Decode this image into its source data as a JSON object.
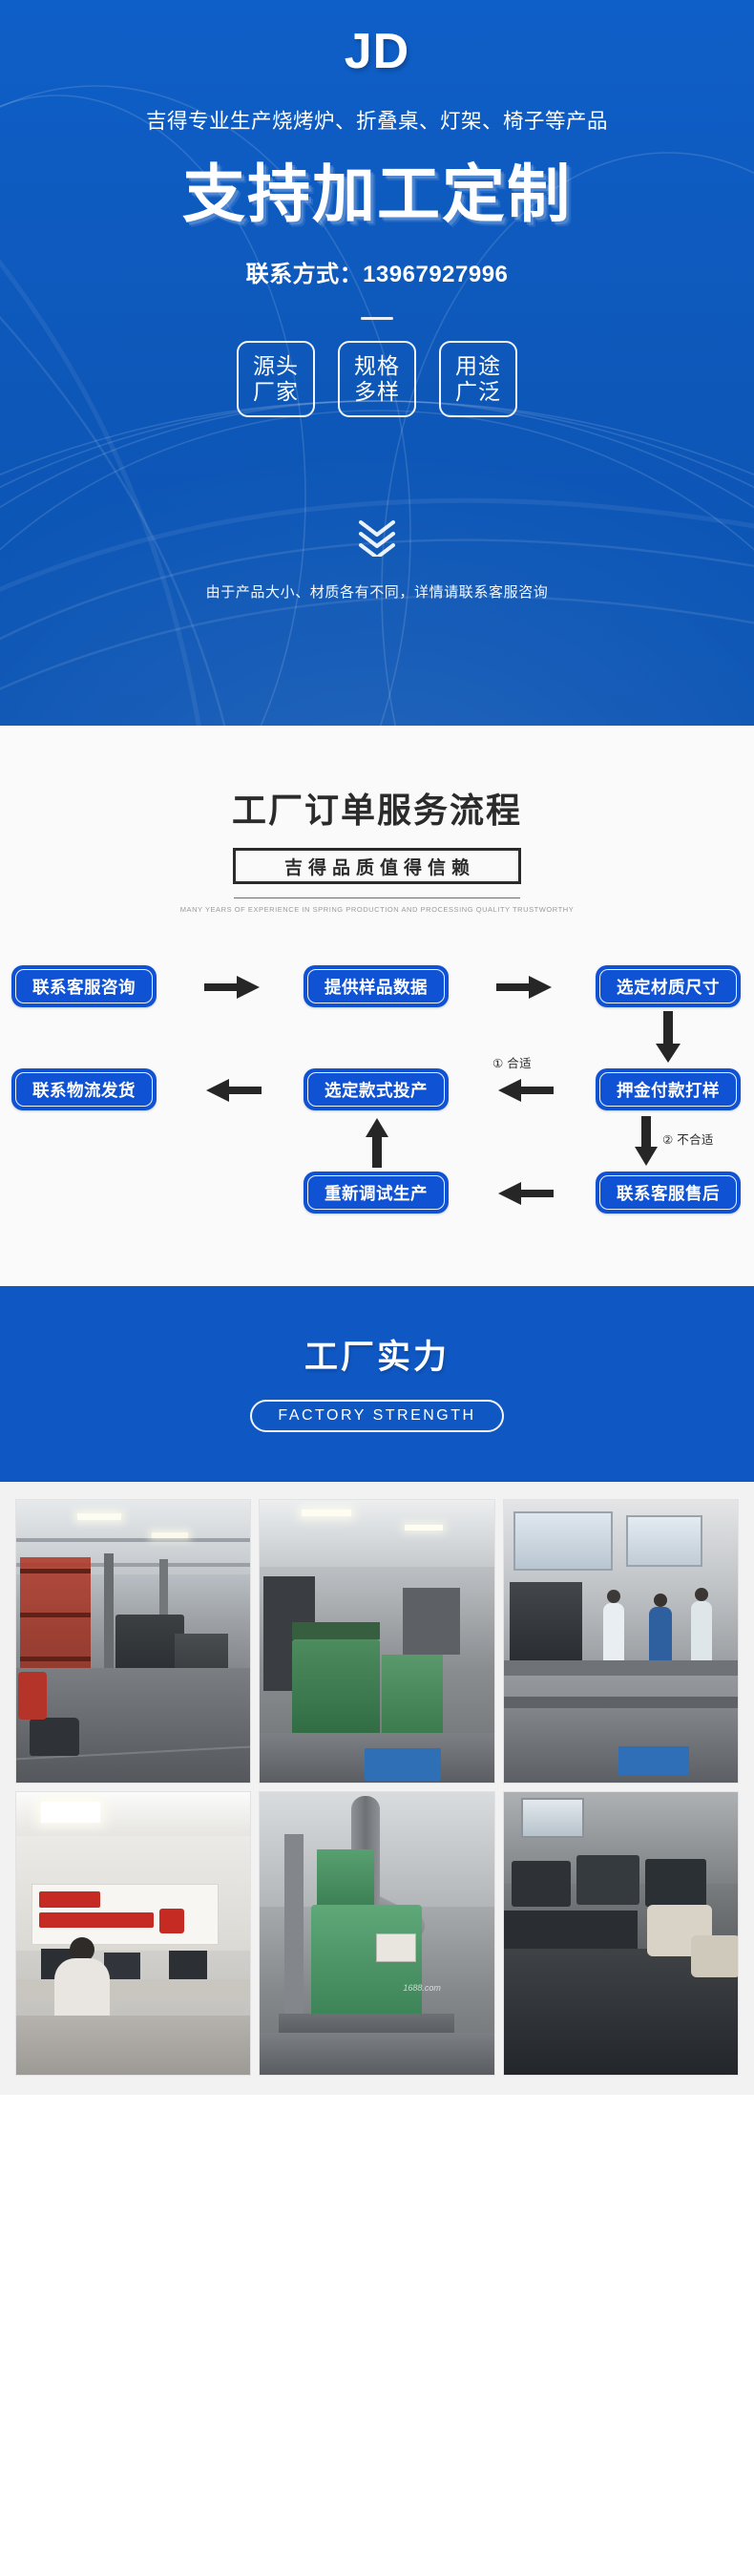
{
  "hero": {
    "brand": "JD",
    "tagline": "吉得专业生产烧烤炉、折叠桌、灯架、椅子等产品",
    "headline": "支持加工定制",
    "contact_label": "联系方式：",
    "contact_phone": "13967927996",
    "contact_full": "联系方式：13967927996",
    "badges": [
      {
        "line1": "源头",
        "line2": "厂家"
      },
      {
        "line1": "规格",
        "line2": "多样"
      },
      {
        "line1": "用途",
        "line2": "广泛"
      }
    ],
    "scroll_hint_icon": "triple-chevron-down-icon",
    "note": "由于产品大小、材质各有不同，详情请联系客服咨询",
    "bg_color": "#0e5ec4"
  },
  "flow": {
    "title": "工厂订单服务流程",
    "subtitle": "吉得品质值得信赖",
    "english": "MANY YEARS OF EXPERIENCE IN SPRING PRODUCTION AND PROCESSING QUALITY TRUSTWORTHY",
    "node_color": "#0f52d4",
    "nodes": [
      {
        "id": "n1",
        "label": "联系客服咨询"
      },
      {
        "id": "n2",
        "label": "提供样品数据"
      },
      {
        "id": "n3",
        "label": "选定材质尺寸"
      },
      {
        "id": "n4",
        "label": "押金付款打样"
      },
      {
        "id": "n5",
        "label": "选定款式投产"
      },
      {
        "id": "n6",
        "label": "联系物流发货"
      },
      {
        "id": "n7",
        "label": "联系客服售后"
      },
      {
        "id": "n8",
        "label": "重新调试生产"
      }
    ],
    "branch_labels": [
      {
        "id": "b1",
        "text": "① 合适"
      },
      {
        "id": "b2",
        "text": "② 不合适"
      }
    ]
  },
  "strength": {
    "title": "工厂实力",
    "subtitle": "FACTORY STRENGTH",
    "bg_color": "#0f57c2"
  },
  "gallery": {
    "photos": [
      {
        "id": "photo-warehouse-aisle",
        "alt": "工厂车间仓储通道"
      },
      {
        "id": "photo-machine-green",
        "alt": "车间绿色加工设备"
      },
      {
        "id": "photo-workers-bench",
        "alt": "工人流水线作业"
      },
      {
        "id": "photo-office",
        "alt": "办公室客服团队"
      },
      {
        "id": "photo-press-machine",
        "alt": "绿色冲压设备"
      },
      {
        "id": "photo-parts-storage",
        "alt": "零部件堆放区"
      }
    ],
    "watermark": "1688.com"
  }
}
